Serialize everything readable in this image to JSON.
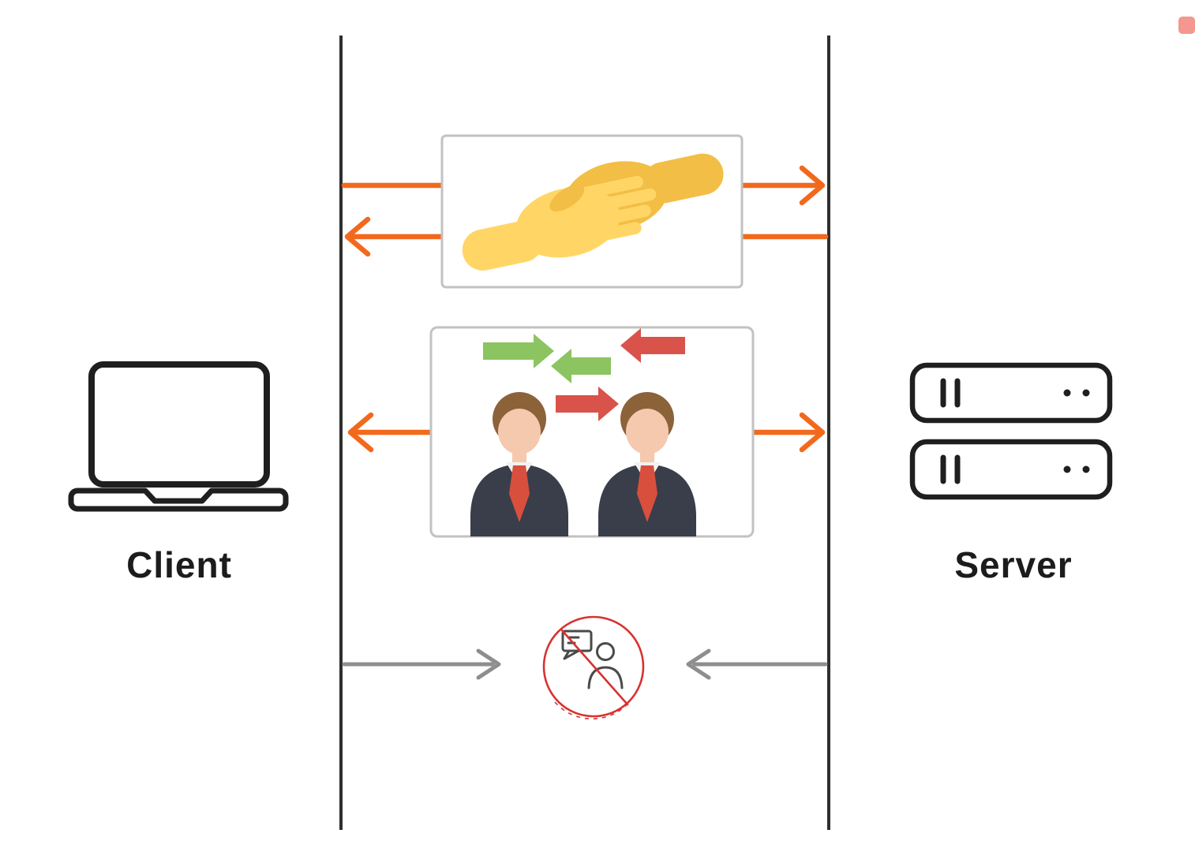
{
  "diagram": {
    "kind": "client-server handshake sequence diagram",
    "labels": {
      "client": "Client",
      "server": "Server"
    },
    "nodes": [
      {
        "id": "client",
        "label": "Client",
        "icon": "laptop-icon",
        "side": "left"
      },
      {
        "id": "server",
        "label": "Server",
        "icon": "server-rack-icon",
        "side": "right"
      }
    ],
    "messages": [
      {
        "step": 1,
        "icon": "handshake-icon",
        "arrows": [
          "client-to-server",
          "server-to-client"
        ],
        "arrow_color": "orange"
      },
      {
        "step": 2,
        "icon": "peer-exchange-icon",
        "arrows": [
          "to-client",
          "to-server"
        ],
        "arrow_color": "orange"
      },
      {
        "step": 3,
        "icon": "no-eavesdropper-icon",
        "arrows": [
          "client-inward",
          "server-inward"
        ],
        "arrow_color": "gray"
      }
    ],
    "colors": {
      "lifeline_black": "#2e2e2e",
      "outline_dark": "#1f1f1f",
      "label_dark": "#1c1c1c",
      "arrow_orange": "#f2691d",
      "arrow_gray": "#8e8e8e",
      "box_border": "#c2c2c2",
      "prohibition_red": "#d63331",
      "icon_stroke_gray": "#4a4a4a",
      "exchange_green": "#8bc460",
      "exchange_red": "#d9534a",
      "hand_light": "#ffd666",
      "hand_dark": "#f2be45",
      "suit_dark": "#3a3e4a",
      "skin": "#f5c9ae",
      "hair_brown": "#8c6239",
      "tie_red": "#d94f3d",
      "corner_pink": "#f4978e"
    }
  }
}
